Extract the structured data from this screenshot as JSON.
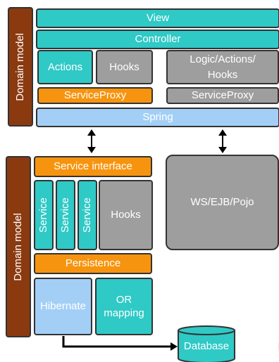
{
  "top": {
    "domain_model": "Domain model",
    "view": "View",
    "controller": "Controller",
    "actions": "Actions",
    "hooks": "Hooks",
    "logic_actions_hooks": "Logic/Actions/\nHooks",
    "service_proxy_left": "ServiceProxy",
    "service_proxy_right": "ServiceProxy",
    "spring": "Spring"
  },
  "bottom": {
    "domain_model": "Domain model",
    "service_interface": "Service interface",
    "services": [
      "Service",
      "Service",
      "Service"
    ],
    "hooks": "Hooks",
    "persistence": "Persistence",
    "hibernate": "Hibernate",
    "or_mapping": "OR\nmapping",
    "ws_ejb_pojo": "WS/EJB/Pojo",
    "database": "Database"
  },
  "colors": {
    "teal": "#2fc9c6",
    "orange": "#f7940f",
    "gray": "#9e9e9e",
    "light_blue": "#a3cff6",
    "brown": "#8b3a10"
  }
}
